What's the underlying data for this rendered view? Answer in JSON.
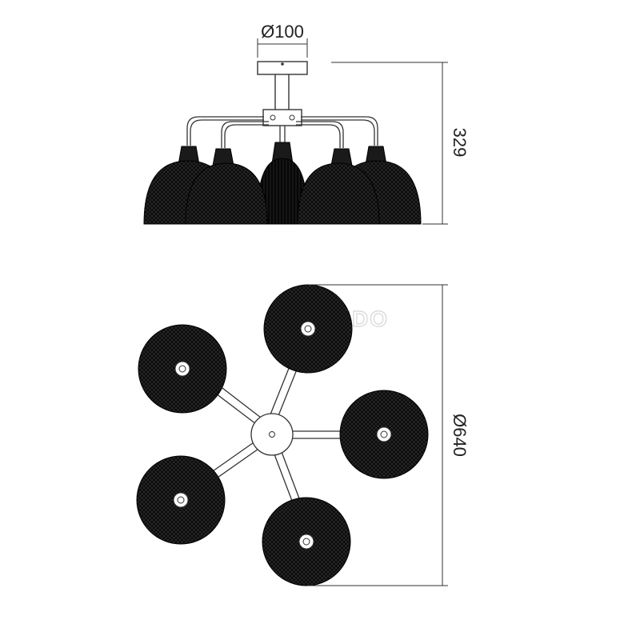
{
  "dimensions": {
    "top_diameter": "Ø100",
    "height": "329",
    "overall_diameter": "Ø640"
  },
  "watermark": "REDO"
}
